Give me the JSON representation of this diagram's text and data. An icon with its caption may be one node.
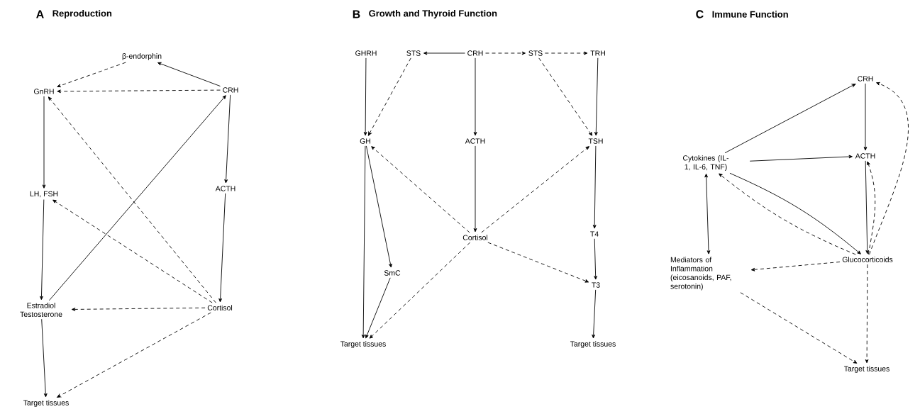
{
  "diagram": {
    "nodes": [
      {
        "text": [
          "β-endorphin"
        ]
      },
      {
        "text": [
          "GnRH"
        ]
      },
      {
        "text": [
          "CRH"
        ]
      },
      {
        "text": [
          "LH, FSH"
        ]
      },
      {
        "text": [
          "ACTH"
        ]
      },
      {
        "text": [
          "Estradiol Testosterone"
        ]
      },
      {
        "text": [
          "Cortisol"
        ]
      },
      {
        "text": [
          "Target tissues"
        ]
      },
      {
        "text": [
          "GHRH"
        ]
      },
      {
        "text": [
          "STS"
        ]
      },
      {
        "text": [
          "CRH"
        ]
      },
      {
        "text": [
          "STS"
        ]
      },
      {
        "text": [
          "TRH"
        ]
      },
      {
        "text": [
          "GH"
        ]
      },
      {
        "text": [
          "ACTH"
        ]
      },
      {
        "text": [
          "TSH"
        ]
      },
      {
        "text": [
          "Cortisol"
        ]
      },
      {
        "text": [
          "T4"
        ]
      },
      {
        "text": [
          "SmC"
        ]
      },
      {
        "text": [
          "T3"
        ]
      },
      {
        "text": [
          "Target tissues"
        ]
      },
      {
        "text": [
          "Target tissues"
        ]
      },
      {
        "text": [
          "CRH"
        ]
      },
      {
        "text": [
          "Cytokines (IL-1, IL-6, TNF)"
        ]
      },
      {
        "text": [
          "ACTH"
        ]
      },
      {
        "text": [
          "Mediators of Inflammation (eicosanoids, PAF, serotonin)"
        ]
      },
      {
        "text": [
          "Glucocorticoids"
        ]
      },
      {
        "text": [
          "Target tissues"
        ]
      }
    ],
    "edges": [
      {
        "from": 2,
        "to": 0,
        "arrow": "to"
      },
      {
        "from": 0,
        "to": 1,
        "arrow": "to",
        "style": "dashed"
      },
      {
        "from": 2,
        "to": 1,
        "arrow": "to",
        "style": "dashed"
      },
      {
        "from": 1,
        "to": 3,
        "arrow": "to"
      },
      {
        "from": 3,
        "to": 5,
        "arrow": "to"
      },
      {
        "from": 5,
        "to": 2,
        "arrow": "to"
      },
      {
        "from": 2,
        "to": 4,
        "arrow": "to"
      },
      {
        "from": 4,
        "to": 6,
        "arrow": "to"
      },
      {
        "from": 6,
        "to": 1,
        "arrow": "to",
        "style": "dashed"
      },
      {
        "from": 6,
        "to": 3,
        "arrow": "to",
        "style": "dashed"
      },
      {
        "from": 6,
        "to": 5,
        "arrow": "to",
        "style": "dashed"
      },
      {
        "from": 5,
        "to": 7,
        "arrow": "to"
      },
      {
        "from": 6,
        "to": 7,
        "arrow": "to",
        "style": "dashed"
      },
      {
        "from": 10,
        "to": 9,
        "arrow": "to"
      },
      {
        "from": 10,
        "to": 11,
        "arrow": "to",
        "style": "dashed"
      },
      {
        "from": 11,
        "to": 12,
        "arrow": "to",
        "style": "dashed"
      },
      {
        "from": 8,
        "to": 13,
        "arrow": "to"
      },
      {
        "from": 9,
        "to": 13,
        "arrow": "to",
        "style": "dashed"
      },
      {
        "from": 10,
        "to": 14,
        "arrow": "to"
      },
      {
        "from": 11,
        "to": 15,
        "arrow": "to",
        "style": "dashed"
      },
      {
        "from": 12,
        "to": 15,
        "arrow": "to"
      },
      {
        "from": 14,
        "to": 16,
        "arrow": "to"
      },
      {
        "from": 16,
        "to": 13,
        "arrow": "to",
        "style": "dashed"
      },
      {
        "from": 16,
        "to": 15,
        "arrow": "to",
        "style": "dashed"
      },
      {
        "from": 13,
        "to": 20,
        "arrow": "to"
      },
      {
        "from": 13,
        "to": 18,
        "arrow": "to"
      },
      {
        "from": 18,
        "to": 20,
        "arrow": "to"
      },
      {
        "from": 16,
        "to": 20,
        "arrow": "to",
        "style": "dashed"
      },
      {
        "from": 16,
        "to": 19,
        "arrow": "to",
        "style": "dashed"
      },
      {
        "from": 15,
        "to": 17,
        "arrow": "to"
      },
      {
        "from": 17,
        "to": 19,
        "arrow": "to"
      },
      {
        "from": 19,
        "to": 21,
        "arrow": "to"
      },
      {
        "from": 23,
        "to": 22,
        "arrow": "to"
      },
      {
        "from": 23,
        "to": 24,
        "arrow": "to"
      },
      {
        "from": 23,
        "to": 26,
        "arrow": "to"
      },
      {
        "from": 26,
        "to": 23,
        "arrow": "to",
        "style": "dashed"
      },
      {
        "from": 23,
        "to": 25,
        "arrow": "both"
      },
      {
        "from": 22,
        "to": 24,
        "arrow": "to"
      },
      {
        "from": 24,
        "to": 26,
        "arrow": "to"
      },
      {
        "from": 26,
        "to": 24,
        "arrow": "to",
        "style": "dashed"
      },
      {
        "from": 26,
        "to": 22,
        "arrow": "to",
        "style": "dashed"
      },
      {
        "from": 26,
        "to": 25,
        "arrow": "to",
        "style": "dashed"
      },
      {
        "from": 26,
        "to": 27,
        "arrow": "to",
        "style": "dashed"
      },
      {
        "from": 25,
        "to": 27,
        "arrow": "to",
        "style": "dashed"
      }
    ],
    "labels": [
      "A",
      "Reproduction",
      "B",
      "Growth and Thyroid Function",
      "C",
      "Immune Function"
    ]
  }
}
